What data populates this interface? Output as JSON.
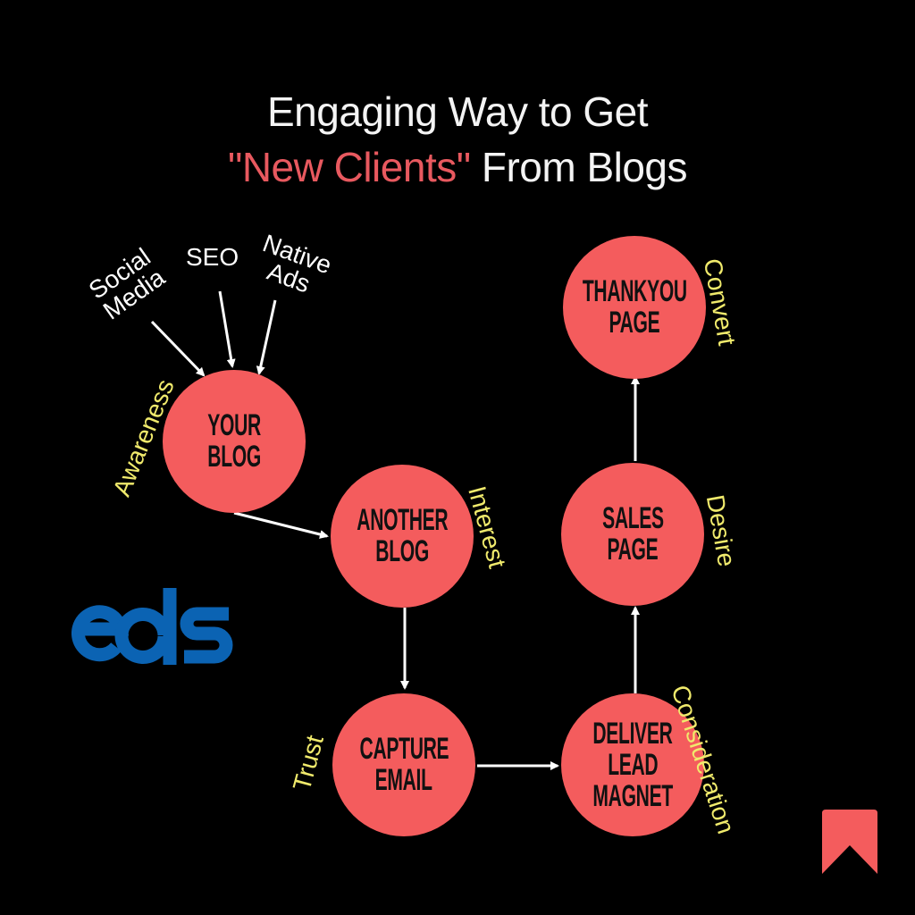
{
  "title": {
    "line1": "Engaging Way to Get",
    "line2_accent": "\"New Clients\"",
    "line2_rest": " From Blogs"
  },
  "sources": {
    "social_media": [
      "Social",
      "Media"
    ],
    "seo": "SEO",
    "native_ads": [
      "Native",
      "Ads"
    ]
  },
  "nodes": {
    "your_blog": [
      "YOUR",
      "BLOG"
    ],
    "another_blog": [
      "ANOTHER",
      "BLOG"
    ],
    "capture_email": [
      "CAPTURE",
      "EMAIL"
    ],
    "deliver_lead_magnet": [
      "DELIVER",
      "LEAD",
      "MAGNET"
    ],
    "sales_page": [
      "SALES",
      "PAGE"
    ],
    "thankyou_page": [
      "THANKYOU",
      "PAGE"
    ]
  },
  "stages": {
    "awareness": "Awareness",
    "interest": "Interest",
    "trust": "Trust",
    "consideration": "Consideration",
    "desire": "Desire",
    "convert": "Convert"
  },
  "logo": {
    "text": "eds",
    "color": "#0b63b3"
  },
  "colors": {
    "node": "#f45c5d",
    "accent": "#e8595f",
    "stage_label": "#f0ea6c",
    "arrow": "#ffffff",
    "background": "#000000"
  }
}
